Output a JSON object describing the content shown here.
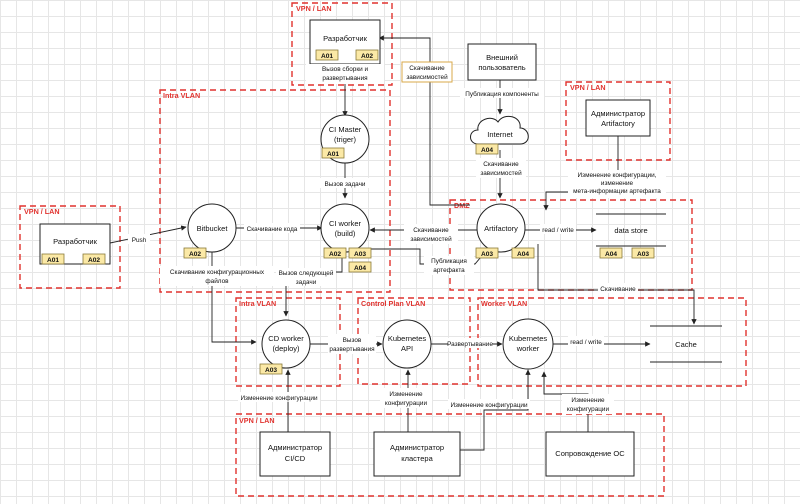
{
  "zones": {
    "vpn_top": "VPN / LAN",
    "vpn_left": "VPN / LAN",
    "intra_main": "Intra VLAN",
    "vpn_admin_artifactory": "VPN / LAN",
    "dmz": "DMZ",
    "intra_cd": "Intra VLAN",
    "control_plan": "Control Plan VLAN",
    "worker": "Worker VLAN",
    "vpn_bottom": "VPN / LAN"
  },
  "nodes": {
    "developer_top": "Разработчик",
    "developer_left": "Разработчик",
    "external_user": [
      "Внешний",
      "пользователь"
    ],
    "admin_artifactory": [
      "Администратор",
      "Artifactory"
    ],
    "internet": "Internet",
    "ci_master": [
      "CI Master",
      "(triger)"
    ],
    "bitbucket": "Bitbucket",
    "ci_worker": [
      "CI worker",
      "(build)"
    ],
    "artifactory": "Artifactory",
    "data_store": "data store",
    "cd_worker": [
      "CD worker",
      "(deploy)"
    ],
    "kubernetes_api": [
      "Kubernetes",
      "API"
    ],
    "kubernetes_worker": [
      "Kubernetes",
      "worker"
    ],
    "cache": "Cache",
    "admin_cicd": [
      "Администратор",
      "CI/CD"
    ],
    "admin_cluster": [
      "Администратор",
      "кластера"
    ],
    "os_support": "Сопровождение ОС"
  },
  "badges": {
    "dev_top_a": "A01",
    "dev_top_b": "A02",
    "dev_left_a": "A01",
    "dev_left_b": "A02",
    "ci_master": "A01",
    "internet": "A04",
    "bitbucket": "A02",
    "ci_worker_a": "A02",
    "ci_worker_b": "A03",
    "ci_worker_c": "A04",
    "artifactory_a": "A03",
    "artifactory_b": "A04",
    "datastore_a": "A04",
    "datastore_b": "A03",
    "cd_worker": "A03"
  },
  "edges": {
    "build_call": [
      "Вызов сборки и",
      "развертывания"
    ],
    "deps_download_top": [
      "Скачивание",
      "зависимостей"
    ],
    "component_publish": "Публикация компоненты",
    "deps_download_internet": [
      "Скачивание",
      "зависимостей"
    ],
    "config_change_art": [
      "Изменение конфигурации,",
      "изменение",
      "мета-информации артефакта"
    ],
    "task_call": "Вызов задачи",
    "push": "Push",
    "code_download": "Скачивание кода",
    "deps_download_ci": [
      "Скачивание",
      "зависимостей"
    ],
    "artifact_publish": [
      "Публикация",
      "артефакта"
    ],
    "read_write_store": "read / write",
    "download_cache": "Скачивание",
    "config_files_download": [
      "Скачивание конфигурационных",
      "файлов"
    ],
    "next_task_call": [
      "Вызов следующей",
      "задачи"
    ],
    "deploy_call": [
      "Вызов",
      "развертывания"
    ],
    "deploy": "Развертывание",
    "read_write_cache": "read / write",
    "config_change_cd": "Изменение конфигурации",
    "config_change_cluster": [
      "Изменение",
      "конфигурации"
    ],
    "config_change_worker": "Изменение конфигурации",
    "config_change_os": [
      "Изменение",
      "конфигурации"
    ]
  }
}
